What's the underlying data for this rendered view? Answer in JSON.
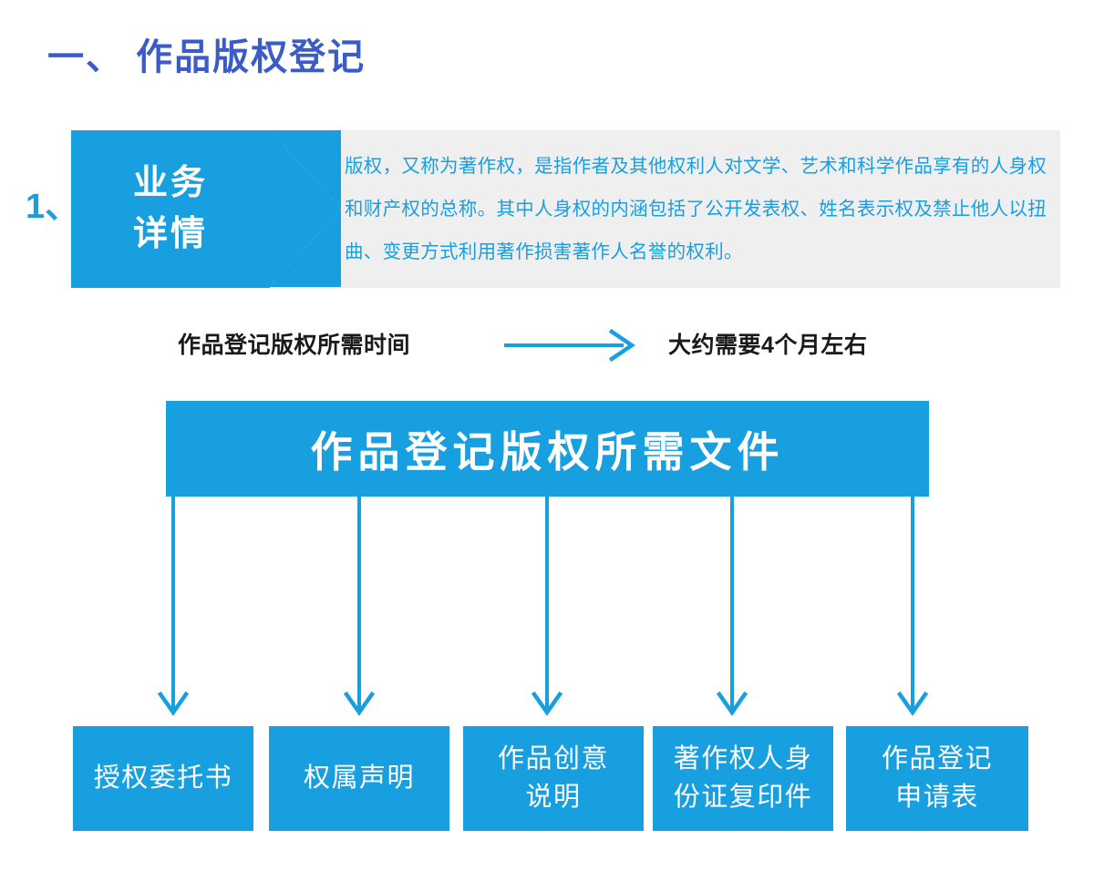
{
  "page": {
    "background": "#ffffff",
    "accent_blue": "#189fe0",
    "title_blue": "#3a5bc8",
    "panel_gray": "#efefef",
    "text_dark": "#1a1a1a"
  },
  "section": {
    "title": "一、 作品版权登记"
  },
  "detail": {
    "number": "1、",
    "tab_line1": "业务",
    "tab_line2": "详情",
    "body": "版权，又称为著作权，是指作者及其他权利人对文学、艺术和科学作品享有的人身权和财产权的总称。其中人身权的内涵包括了公开发表权、姓名表示权及禁止他人以扭曲、变更方式利用著作损害著作人名誉的权利。"
  },
  "time": {
    "label": "作品登记版权所需时间",
    "arrow": "arrow-right-icon",
    "value": "大约需要4个月左右"
  },
  "documents": {
    "header": "作品登记版权所需文件",
    "items": [
      {
        "label": "授权委托书"
      },
      {
        "label": "权属声明"
      },
      {
        "label": "作品创意\n说明"
      },
      {
        "label": "著作权人身\n份证复印件"
      },
      {
        "label": "作品登记\n申请表"
      }
    ],
    "connector_icon": "arrow-down-icon"
  }
}
